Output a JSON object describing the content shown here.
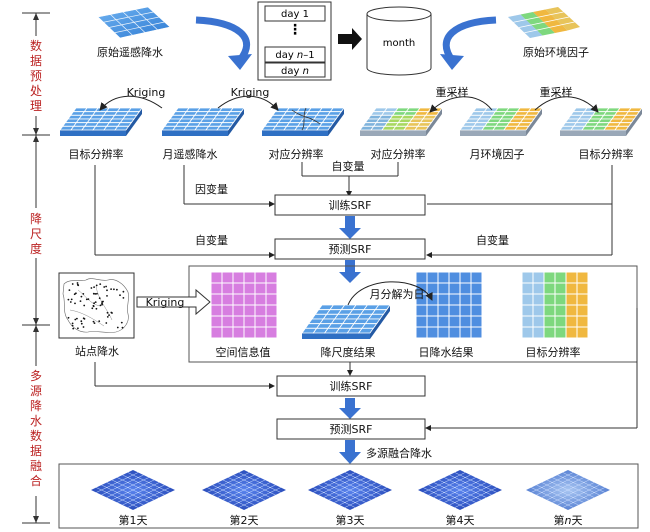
{
  "sections": [
    {
      "label_chars": [
        "数",
        "据",
        "预",
        "处",
        "理"
      ]
    },
    {
      "label_chars": [
        "降",
        "尺",
        "度"
      ]
    },
    {
      "label_chars": [
        "多",
        "源",
        "降",
        "水",
        "数",
        "据",
        "融",
        "合"
      ]
    }
  ],
  "top": {
    "raw_rs": "原始遥感降水",
    "raw_env": "原始环境因子",
    "day1": "day 1",
    "dots": "⋮",
    "day_n_minus_1_prefix": "day ",
    "day_n_minus_1_var": "n",
    "day_n_minus_1_suffix": "–1",
    "day_n_prefix": "day ",
    "day_n_var": "n",
    "month": "month"
  },
  "grid_row": {
    "kriging_1": "Kriging",
    "kriging_2": "Kriging",
    "resample_1": "重采样",
    "resample_2": "重采样",
    "labels": [
      "目标分辨率",
      "月遥感降水",
      "对应分辨率",
      "对应分辨率",
      "月环境因子",
      "目标分辨率"
    ]
  },
  "flow": {
    "dependent_var": "自变量",
    "factor_var": "因变量",
    "train_srf_1": "训练SRF",
    "indep_left": "自变量",
    "indep_right": "自变量",
    "predict_srf_1": "预测SRF"
  },
  "middle": {
    "kriging": "Kriging",
    "month_to_day": "月分解为日",
    "station_label": "站点降水",
    "labels": [
      "空间信息值",
      "降尺度结果",
      "日降水结果",
      "目标分辨率"
    ],
    "train_srf_2": "训练SRF",
    "predict_srf_2": "预测SRF",
    "fusion": "多源融合降水"
  },
  "bottom": {
    "day_prefix": "第",
    "day_suffix": "天",
    "days": [
      "1",
      "2",
      "3",
      "4",
      "n"
    ]
  },
  "colors": {
    "blue": "#4a90d9",
    "arrow_blue": "#3a72d0",
    "section_label": "#b22222",
    "magenta": "#d77ee0",
    "yellow": "#f0b840",
    "green": "#7ed87e",
    "light_blue": "#9ec8ea"
  }
}
